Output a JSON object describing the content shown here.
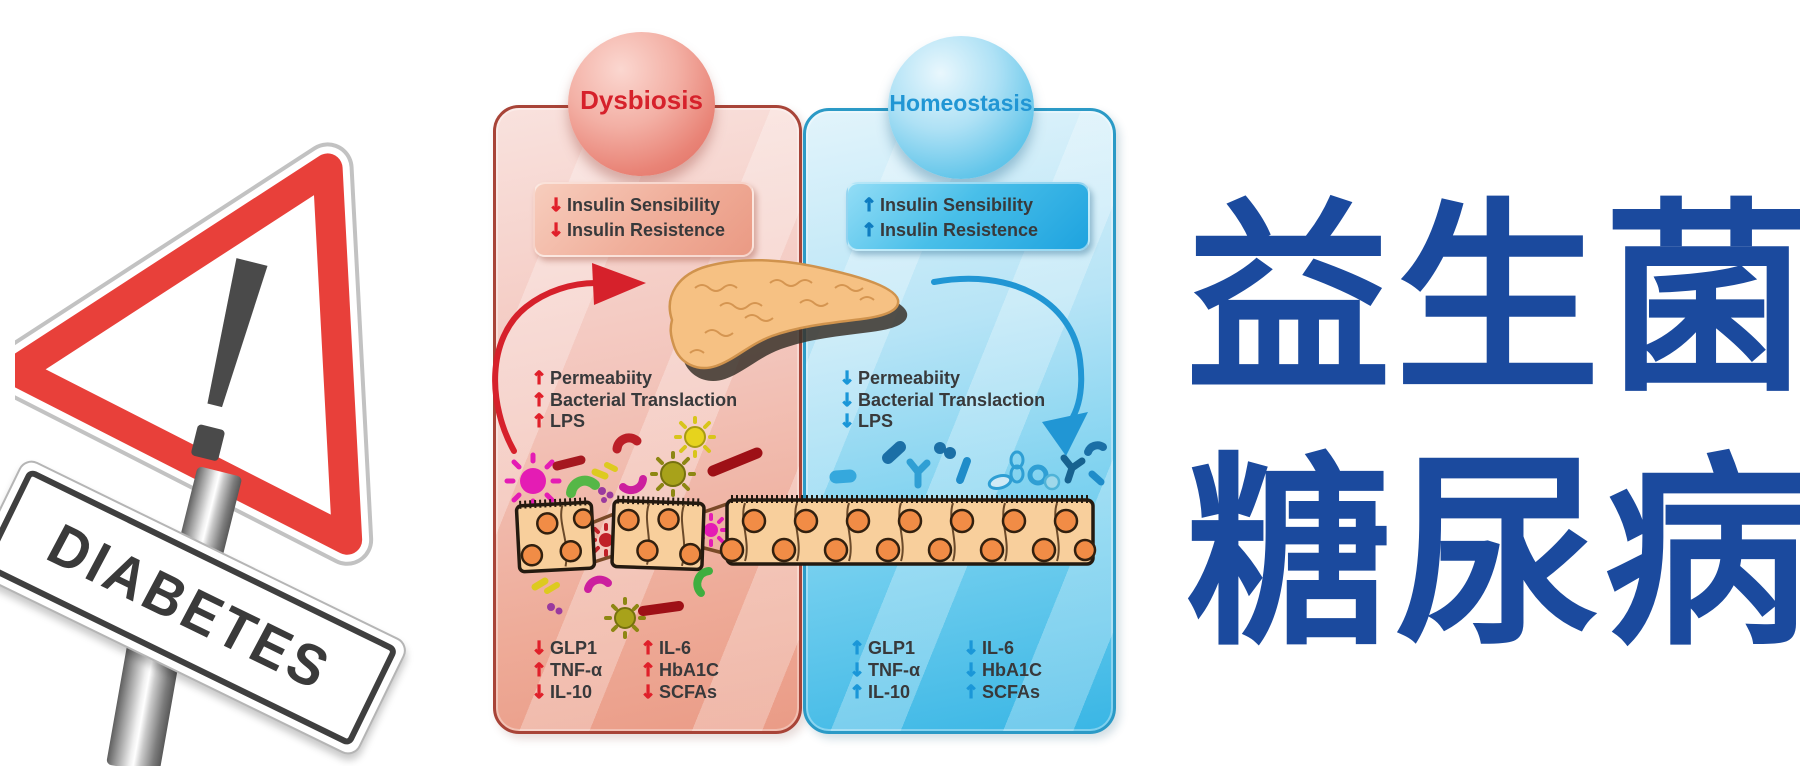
{
  "warning_sign": {
    "label": "DIABETES",
    "symbol": "!"
  },
  "dysbiosis": {
    "title": "Dysbiosis",
    "insulin": [
      {
        "arrow": "↓",
        "label": "Insulin Sensibility"
      },
      {
        "arrow": "↓",
        "label": "Insulin Resistence"
      }
    ],
    "barrier": [
      {
        "arrow": "↑",
        "label": "Permeabiity"
      },
      {
        "arrow": "↑",
        "label": "Bacterial Translaction"
      },
      {
        "arrow": "↑",
        "label": "LPS"
      }
    ],
    "markers_col1": [
      {
        "arrow": "↓",
        "label": "GLP1"
      },
      {
        "arrow": "↑",
        "label": "TNF-α"
      },
      {
        "arrow": "↓",
        "label": "IL-10"
      }
    ],
    "markers_col2": [
      {
        "arrow": "↑",
        "label": "IL-6"
      },
      {
        "arrow": "↑",
        "label": "HbA1C"
      },
      {
        "arrow": "↓",
        "label": "SCFAs"
      }
    ]
  },
  "homeostasis": {
    "title": "Homeostasis",
    "insulin": [
      {
        "arrow": "↑",
        "label": "Insulin Sensibility"
      },
      {
        "arrow": "↑",
        "label": "Insulin Resistence"
      }
    ],
    "barrier": [
      {
        "arrow": "↓",
        "label": "Permeabiity"
      },
      {
        "arrow": "↓",
        "label": "Bacterial Translaction"
      },
      {
        "arrow": "↓",
        "label": "LPS"
      }
    ],
    "markers_col1": [
      {
        "arrow": "↑",
        "label": "GLP1"
      },
      {
        "arrow": "↓",
        "label": "TNF-α"
      },
      {
        "arrow": "↑",
        "label": "IL-10"
      }
    ],
    "markers_col2": [
      {
        "arrow": "↓",
        "label": "IL-6"
      },
      {
        "arrow": "↓",
        "label": "HbA1C"
      },
      {
        "arrow": "↑",
        "label": "SCFAs"
      }
    ]
  },
  "headline": {
    "line1": "益生菌",
    "line2": "糖尿病"
  },
  "colors": {
    "dysbiosis_red": "#d6212b",
    "homeostasis_blue": "#2196d4",
    "panel_red": "#ea9b86",
    "panel_blue": "#39b6e5",
    "headline_blue": "#1b4a9e",
    "sign_red": "#e8403a"
  }
}
